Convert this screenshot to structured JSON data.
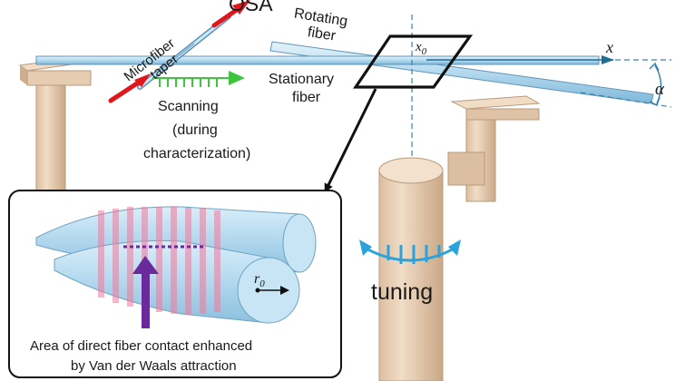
{
  "labels": {
    "osa": "OSA",
    "microfiber_line1": "Microfiber",
    "microfiber_line2": "taper",
    "rotating_line1": "Rotating",
    "rotating_line2": "fiber",
    "stationary_line1": "Stationary",
    "stationary_line2": "fiber",
    "scanning_line1": "Scanning",
    "scanning_line2": "(during",
    "scanning_line3": "characterization)",
    "x_axis": "x",
    "x0": "x",
    "x0_sub": "0",
    "alpha": "α",
    "tuning": "tuning",
    "r0": "r",
    "r0_sub": "0",
    "contact_line1": "Area of direct fiber contact enhanced",
    "contact_line2": "by Van der Waals attraction"
  },
  "colors": {
    "fiber": "#a8d4ee",
    "fiber_edge": "#5f95b8",
    "stand": "#e8cdb2",
    "stand_edge": "#b99a7c",
    "scan_arrow": "#3ec43e",
    "osa_arrow": "#e0161b",
    "tuning_arrow": "#2aa3dc",
    "contact_pointer": "#6a2a9c",
    "resonance_bands": "#f07a9c"
  }
}
